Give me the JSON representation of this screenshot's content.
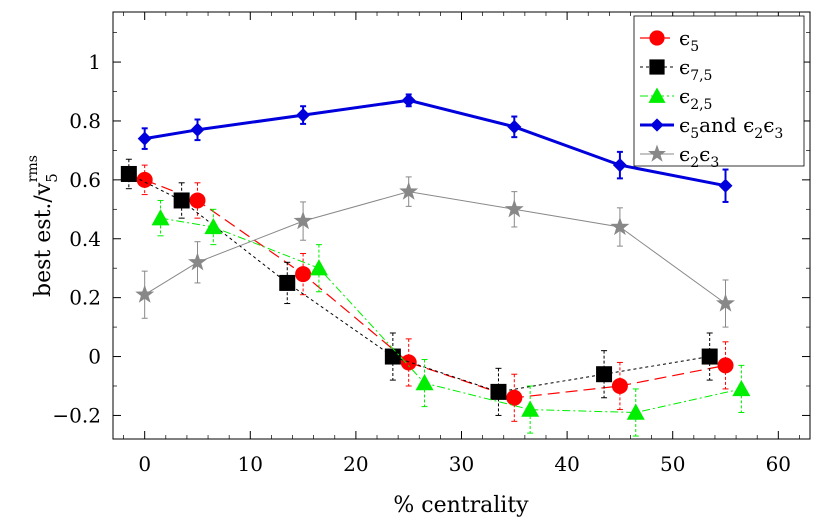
{
  "chart_data": {
    "type": "line",
    "xlabel": "% centrality",
    "ylabel": "best est./v",
    "ylabel_sub": "5",
    "ylabel_sup": "rms",
    "xlim": [
      -3,
      63
    ],
    "ylim": [
      -0.28,
      1.17
    ],
    "x_ticks": [
      0,
      10,
      20,
      30,
      40,
      50,
      60
    ],
    "y_ticks": [
      -0.2,
      0,
      0.2,
      0.4,
      0.6,
      0.8,
      1
    ],
    "x_tick_labels": [
      "0",
      "10",
      "20",
      "30",
      "40",
      "50",
      "60"
    ],
    "y_tick_labels": [
      "−0.2",
      "0",
      "0.2",
      "0.4",
      "0.6",
      "0.8",
      "1"
    ],
    "legend_position": "top-right",
    "series": [
      {
        "name": "ϵ5",
        "label_main": "ϵ",
        "label_sub": "5",
        "color": "#ff0000",
        "marker": "circle",
        "dash": "12,6",
        "stroke_width": 1.2,
        "points": [
          {
            "x": 0,
            "y": 0.6,
            "err": 0.05
          },
          {
            "x": 5,
            "y": 0.53,
            "err": 0.06
          },
          {
            "x": 15,
            "y": 0.28,
            "err": 0.07
          },
          {
            "x": 25,
            "y": -0.02,
            "err": 0.08
          },
          {
            "x": 35,
            "y": -0.14,
            "err": 0.08
          },
          {
            "x": 45,
            "y": -0.1,
            "err": 0.08
          },
          {
            "x": 55,
            "y": -0.03,
            "err": 0.08
          }
        ]
      },
      {
        "name": "ϵ7,5",
        "label_main": "ϵ",
        "label_sub": "7,5",
        "color": "#000000",
        "marker": "square",
        "dash": "3,3",
        "stroke_width": 1.0,
        "points": [
          {
            "x": -1.5,
            "y": 0.62,
            "err": 0.05
          },
          {
            "x": 3.5,
            "y": 0.53,
            "err": 0.06
          },
          {
            "x": 13.5,
            "y": 0.25,
            "err": 0.07
          },
          {
            "x": 23.5,
            "y": 0.0,
            "err": 0.08
          },
          {
            "x": 33.5,
            "y": -0.12,
            "err": 0.08
          },
          {
            "x": 43.5,
            "y": -0.06,
            "err": 0.08
          },
          {
            "x": 53.5,
            "y": 0.0,
            "err": 0.08
          }
        ]
      },
      {
        "name": "ϵ2,5",
        "label_main": "ϵ",
        "label_sub": "2,5",
        "color": "#00ee00",
        "marker": "triangle",
        "dash": "8,3,2,3",
        "stroke_width": 1.0,
        "points": [
          {
            "x": 1.5,
            "y": 0.47,
            "err": 0.06
          },
          {
            "x": 6.5,
            "y": 0.44,
            "err": 0.06
          },
          {
            "x": 16.5,
            "y": 0.3,
            "err": 0.08
          },
          {
            "x": 26.5,
            "y": -0.09,
            "err": 0.08
          },
          {
            "x": 36.5,
            "y": -0.18,
            "err": 0.08
          },
          {
            "x": 46.5,
            "y": -0.19,
            "err": 0.08
          },
          {
            "x": 56.5,
            "y": -0.11,
            "err": 0.08
          }
        ]
      },
      {
        "name": "ϵ5and ϵ2ϵ3",
        "label_main": "ϵ",
        "label_sub": "5",
        "label_rest": "and ϵ",
        "label_sub2": "2",
        "label_rest2": "ϵ",
        "label_sub3": "3",
        "color": "#0000dd",
        "marker": "diamond",
        "dash": "",
        "stroke_width": 3.0,
        "points": [
          {
            "x": 0,
            "y": 0.74,
            "err": 0.035
          },
          {
            "x": 5,
            "y": 0.77,
            "err": 0.035
          },
          {
            "x": 15,
            "y": 0.82,
            "err": 0.03
          },
          {
            "x": 25,
            "y": 0.87,
            "err": 0.02
          },
          {
            "x": 35,
            "y": 0.78,
            "err": 0.035
          },
          {
            "x": 45,
            "y": 0.65,
            "err": 0.045
          },
          {
            "x": 55,
            "y": 0.58,
            "err": 0.055
          }
        ]
      },
      {
        "name": "ϵ2ϵ3",
        "label_main": "ϵ",
        "label_sub": "2",
        "label_rest": "ϵ",
        "label_sub2": "3",
        "color": "#888888",
        "marker": "star",
        "dash": "",
        "stroke_width": 1.0,
        "points": [
          {
            "x": 0,
            "y": 0.21,
            "err": 0.08
          },
          {
            "x": 5,
            "y": 0.32,
            "err": 0.07
          },
          {
            "x": 15,
            "y": 0.46,
            "err": 0.065
          },
          {
            "x": 25,
            "y": 0.56,
            "err": 0.05
          },
          {
            "x": 35,
            "y": 0.5,
            "err": 0.06
          },
          {
            "x": 45,
            "y": 0.44,
            "err": 0.065
          },
          {
            "x": 55,
            "y": 0.18,
            "err": 0.08
          }
        ]
      }
    ]
  }
}
